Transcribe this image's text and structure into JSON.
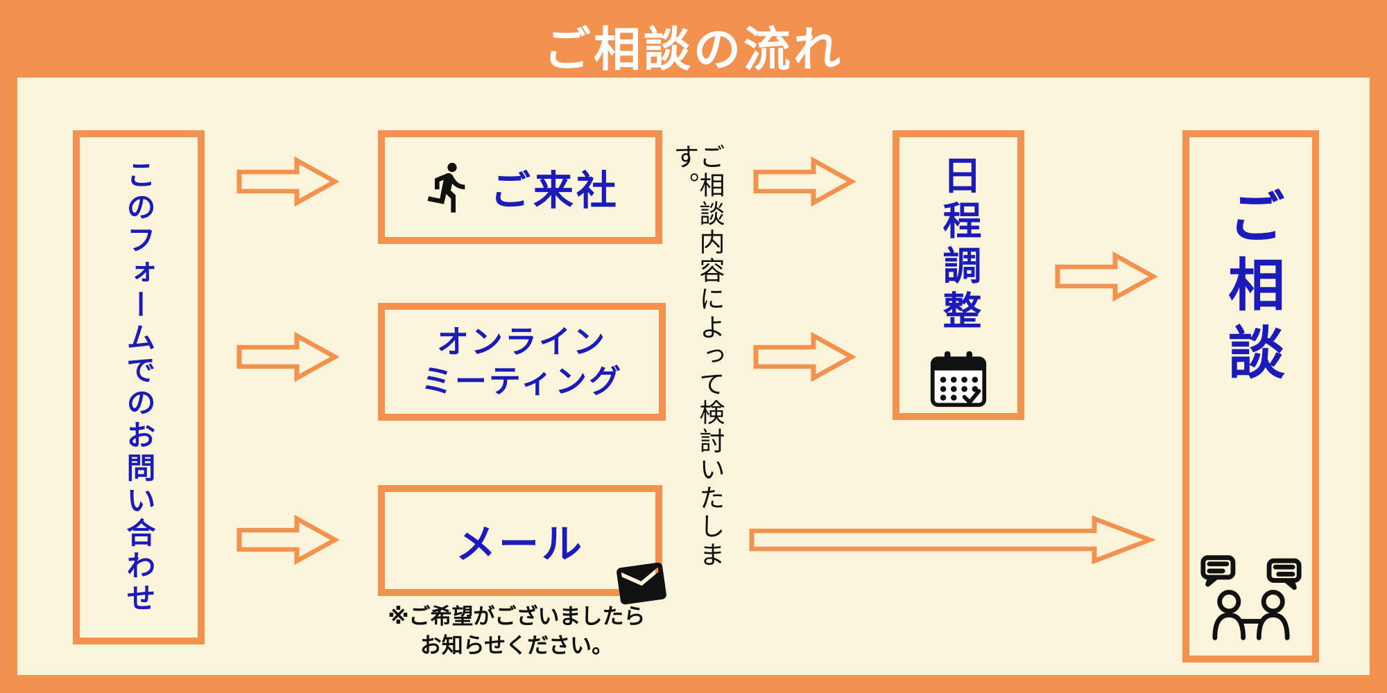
{
  "title": "ご相談の流れ",
  "colors": {
    "orange": "#F3914E",
    "cream": "#FAF4DA",
    "blue": "#1B1BB9",
    "ink": "#111111"
  },
  "source_box": {
    "label": "このフォームでのお問い合わせ"
  },
  "methods": [
    {
      "label": "ご来社",
      "icon": "walking-person-icon"
    },
    {
      "label_line1": "オンライン",
      "label_line2": "ミーティング"
    },
    {
      "label": "メール",
      "icon": "envelope-icon"
    }
  ],
  "mail_note": {
    "line1": "※ご希望がございましたら",
    "line2": "お知らせください。"
  },
  "consideration_note": "ご相談内容によって検討いたします。",
  "schedule_box": {
    "label": "日程調整",
    "icon": "calendar-icon"
  },
  "consultation_box": {
    "label": "ご相談",
    "icon": "consultation-people-icon"
  },
  "icons": {
    "walking-person": "black walking figure pictogram",
    "envelope": "black mail envelope",
    "calendar": "calendar with grid and checkmark",
    "consultation-people": "two people with speech bubbles (outline)",
    "arrow-right": "orange outlined right arrow"
  }
}
